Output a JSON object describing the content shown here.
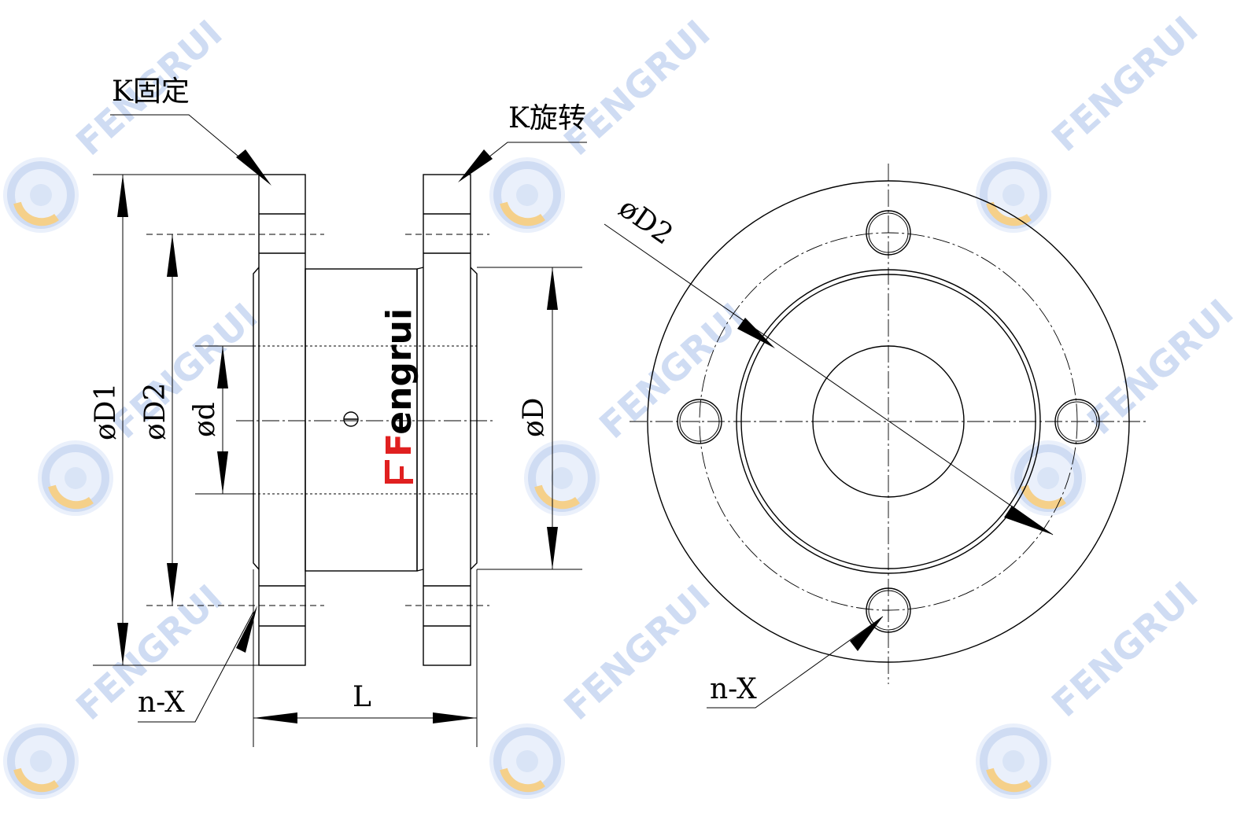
{
  "labels": {
    "k_fixed": "K固定",
    "k_rotating": "K旋转",
    "phi_D1": "øD1",
    "phi_D2_side": "øD2",
    "phi_d": "ød",
    "phi_D": "øD",
    "n_X_side": "n-X",
    "L": "L",
    "phi_D2_front": "øD2",
    "n_X_front": "n-X"
  },
  "logo": {
    "text": "Fengrui",
    "color_first": "#e02020",
    "color_rest": "#000000"
  },
  "watermark": {
    "text": "FENGRUI",
    "text_color": "#cfdcf3",
    "badge_ring_color": "#cfdcf3",
    "badge_accent_color": "#f5d08a"
  }
}
